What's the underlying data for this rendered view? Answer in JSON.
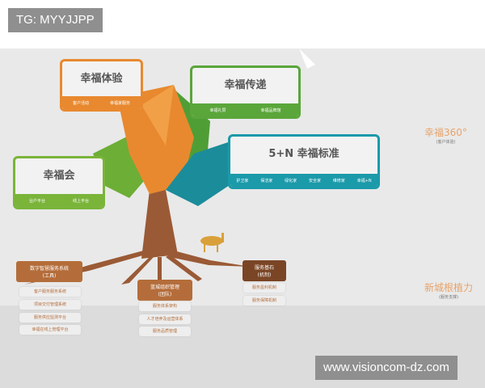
{
  "watermark_top": "TG: MYYJJPP",
  "watermark_bottom": "www.visioncom-dz.com",
  "cards": {
    "experience": {
      "title": "幸福体验",
      "items": [
        "客户活动",
        "幸福家服务"
      ],
      "color": "#e8892f"
    },
    "transfer": {
      "title": "幸福传递",
      "items": [
        "幸福礼赞",
        "幸福品牌馆"
      ],
      "color": "#5aa63a"
    },
    "club": {
      "title": "幸福会",
      "items": [
        "业户平台",
        "线上平台"
      ],
      "color": "#7ab53a"
    },
    "standard": {
      "title": "5+N 幸福标准",
      "items": [
        "护卫家",
        "保洁家",
        "绿化家",
        "安全家",
        "维修家",
        "幸福+N"
      ],
      "color": "#1b9aaa"
    }
  },
  "side_top": {
    "title": "幸福360°",
    "sub": "(客户体验)"
  },
  "side_bottom": {
    "title": "新城根植力",
    "sub": "(服务支撑)"
  },
  "roots": {
    "system": {
      "title": "数字智慧服务系统",
      "sub": "(工具)",
      "items": [
        "客户服务服务系统",
        "项目交付管理系统",
        "服务供应监测平台",
        "幸福在线上管理平台"
      ]
    },
    "org": {
      "title": "蓝城组织管理",
      "sub": "(团队)",
      "items": [
        "服务体系架构",
        "人才培养及运营体系",
        "服务品质管理"
      ]
    },
    "base": {
      "title": "服务基石",
      "sub": "(机制)",
      "items": [
        "服务盈利机制",
        "服务保障机制"
      ]
    }
  }
}
